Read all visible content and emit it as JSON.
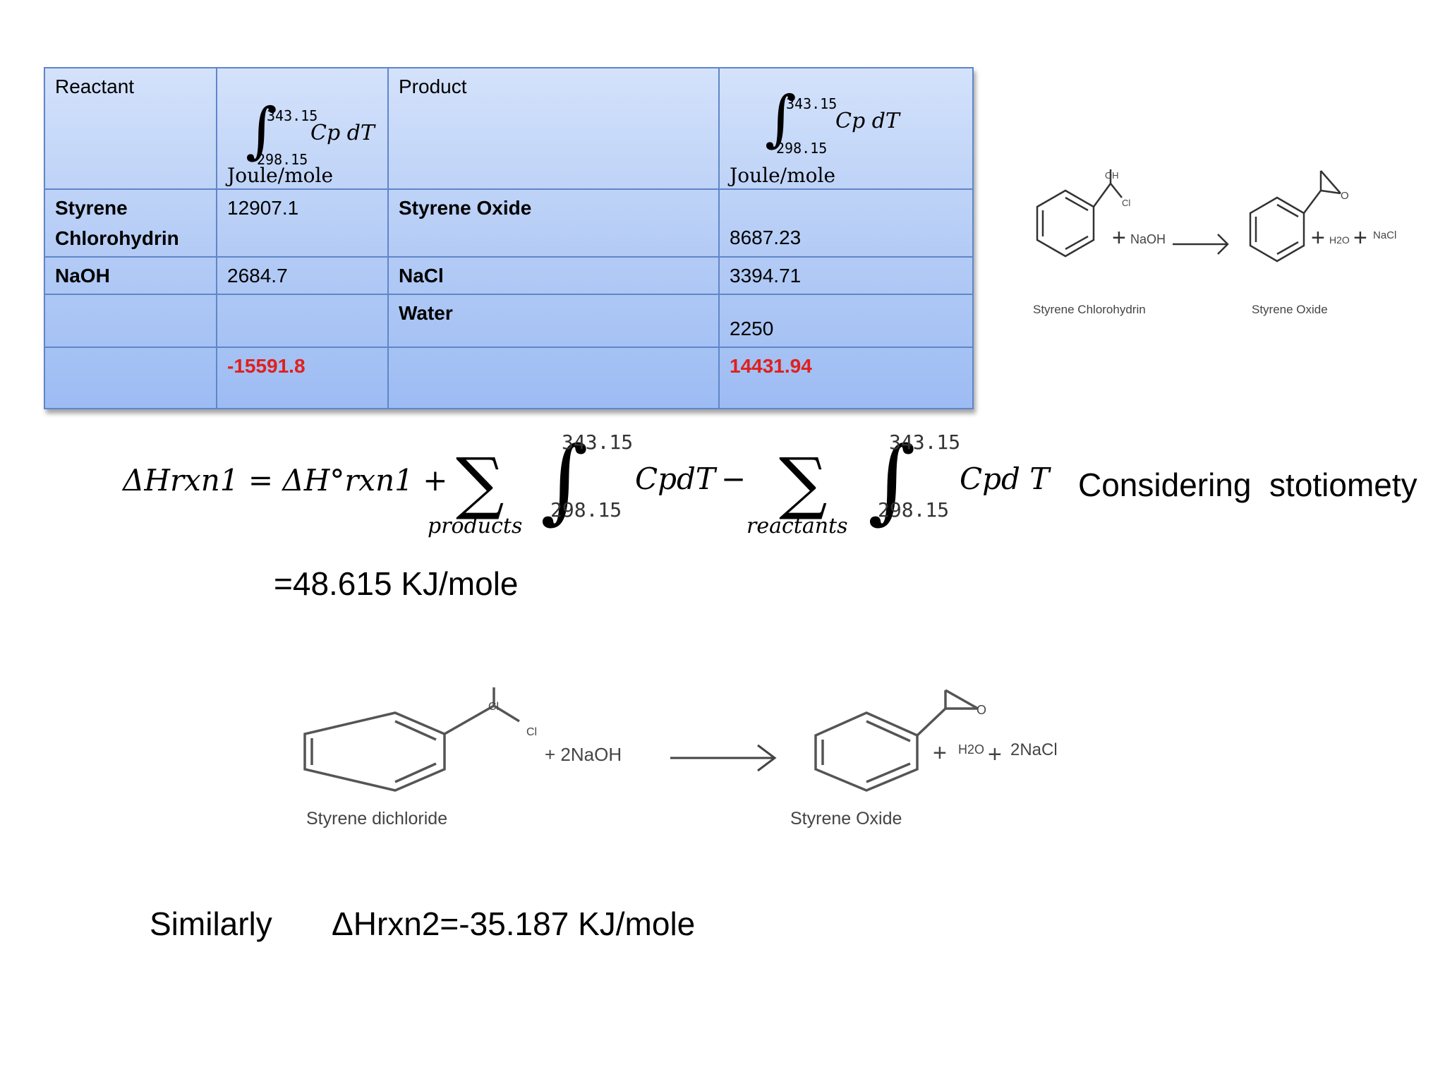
{
  "table": {
    "headers": {
      "reactant": "Reactant",
      "product": "Product",
      "unit": "Joule/mole",
      "integral_upper": "343.15",
      "integral_lower": "298.15",
      "integral_expr": "Cp dT"
    },
    "rows": [
      {
        "reactant": "Styrene Chlorohydrin",
        "reactant_value": "12907.1",
        "product": "Styrene Oxide",
        "product_value": "8687.23"
      },
      {
        "reactant": "NaOH",
        "reactant_value": "2684.7",
        "product": "NaCl",
        "product_value": "3394.71"
      },
      {
        "reactant": "",
        "reactant_value": "",
        "product": "Water",
        "product_value": "2250"
      }
    ],
    "totals": {
      "reactant_total": "-15591.8",
      "product_total": "14431.94"
    },
    "total_color": "#e0201c"
  },
  "reaction1": {
    "reactant_label": "Styrene Chlorohydrin",
    "product_label": "Styrene Oxide",
    "reagent": "NaOH",
    "byproducts": [
      "H2O",
      "NaCl"
    ],
    "atoms": [
      "OH",
      "Cl",
      "O"
    ]
  },
  "equation": {
    "lhs": "ΔHrxn1 = ΔH°rxn1 +",
    "upper": "343.15",
    "lower": "298.15",
    "sum1_sub": "products",
    "term1": "CpdT",
    "minus": "−",
    "sum2_sub": "reactants",
    "term2": "Cpd T",
    "note": "Considering  stotiomety"
  },
  "result1": "=48.615 KJ/mole",
  "reaction2": {
    "reactant_label": "Styrene dichloride",
    "product_label": "Styrene Oxide",
    "reagent": "+ 2NaOH",
    "byproducts": [
      "H2O",
      "2NaCl"
    ],
    "atoms": [
      "Cl",
      "Cl",
      "O"
    ]
  },
  "similarly": "Similarly",
  "result2": "ΔHrxn2=-35.187 KJ/mole"
}
